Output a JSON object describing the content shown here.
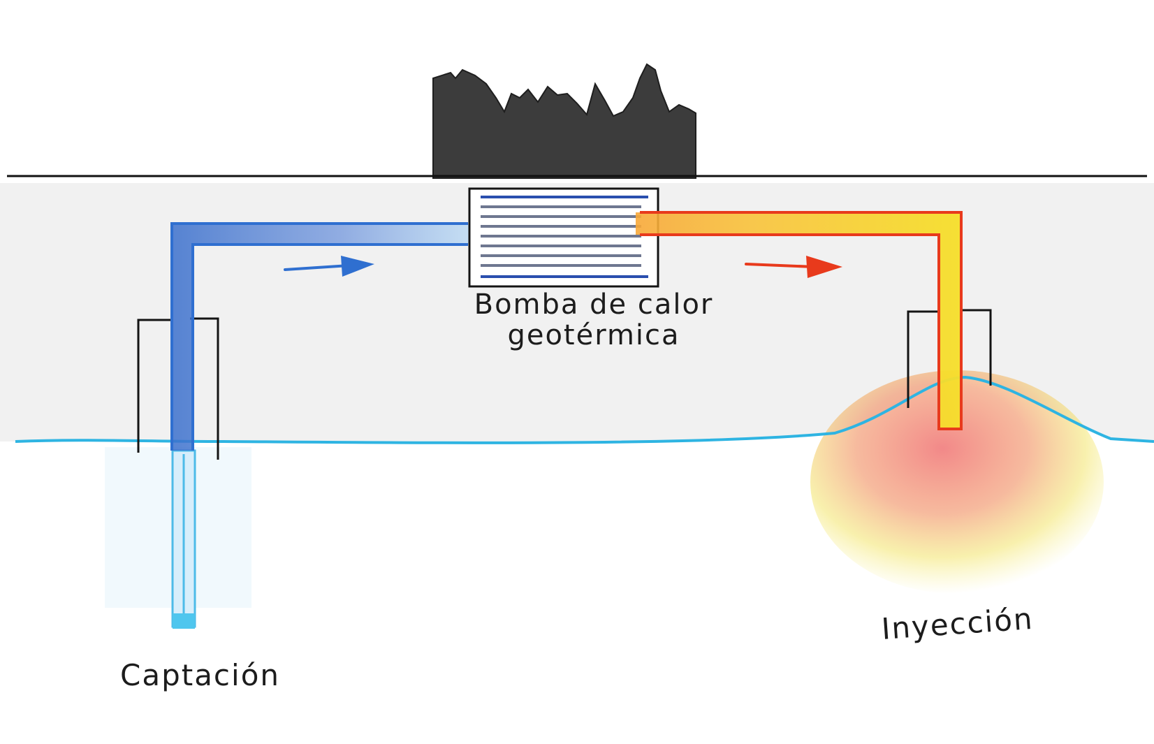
{
  "labels": {
    "pump": "Bomba de calor geotérmica",
    "capture": "Captación",
    "injection": "Inyección"
  },
  "colors": {
    "cold_water": "#2f6fd0",
    "light_water": "#5cc4ec",
    "hot_pipe": "#f5d21e",
    "hot_outline": "#e83a1c",
    "building": "#3c3c3c",
    "ground_line": "#111111"
  },
  "icons": {
    "building": "building-silhouette",
    "flow_cold": "arrow-right-icon",
    "flow_hot": "arrow-right-icon",
    "pump": "heat-exchanger-icon"
  }
}
